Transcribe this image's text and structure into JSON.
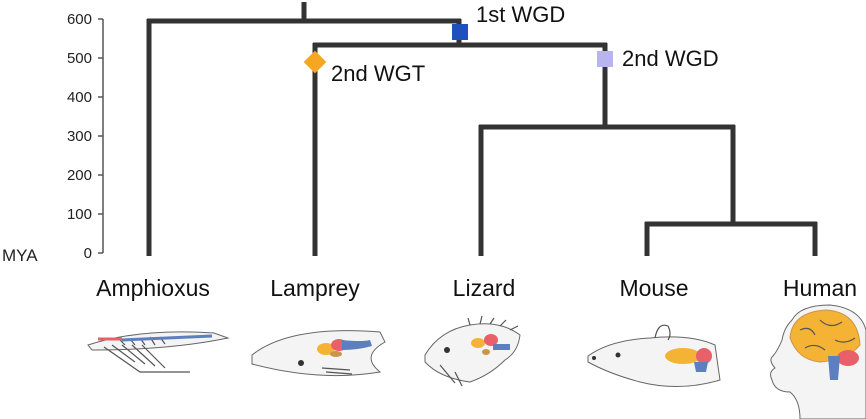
{
  "axis": {
    "unit": "MYA",
    "ticks": [
      "600",
      "500",
      "400",
      "300",
      "200",
      "100",
      "0"
    ]
  },
  "taxa": [
    "Amphioxus",
    "Lamprey",
    "Lizard",
    "Mouse",
    "Human"
  ],
  "events": {
    "first_wgd": {
      "label": "1st WGD",
      "color": "#1f4fbf"
    },
    "second_wgt": {
      "label": "2nd WGT",
      "color": "#f5a623"
    },
    "second_wgd": {
      "label": "2nd WGD",
      "color": "#b8b4f0"
    }
  },
  "colors": {
    "branch": "#333333",
    "brain_orange": "#f5b335",
    "brain_red": "#e8606a",
    "brain_blue": "#5d7fbf",
    "brain_tan": "#c9954a"
  }
}
